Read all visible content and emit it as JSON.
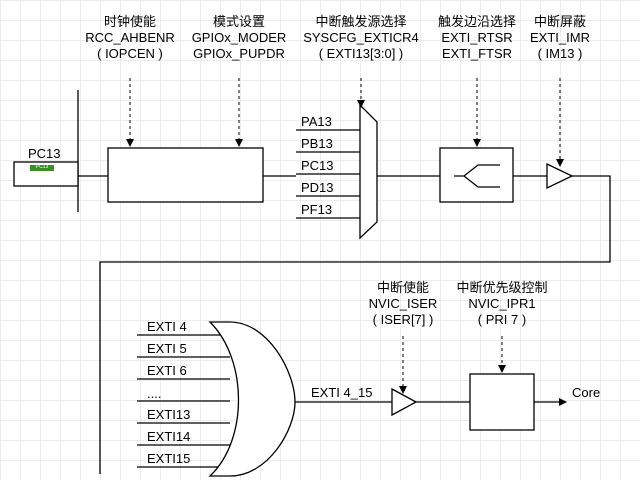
{
  "pin": {
    "label": "PC13",
    "tag": "PC13"
  },
  "top_labels": [
    {
      "title": "时钟使能",
      "reg": "RCC_AHBENR",
      "bits": "( IOPCEN )"
    },
    {
      "title": "模式设置",
      "reg": "GPIOx_MODER",
      "reg2": "GPIOx_PUPDR"
    },
    {
      "title": "中断触发源选择",
      "reg": "SYSCFG_EXTICR4",
      "bits": "( EXTI13[3:0] )"
    },
    {
      "title": "触发边沿选择",
      "reg": "EXTI_RTSR",
      "reg2": "EXTI_FTSR"
    },
    {
      "title": "中断屏蔽",
      "reg": "EXTI_IMR",
      "bits": "( IM13 )"
    }
  ],
  "mux_inputs": [
    "PA13",
    "PB13",
    "PC13",
    "PD13",
    "PF13"
  ],
  "or_inputs": [
    "EXTI 4",
    "EXTI 5",
    "EXTI 6",
    "....",
    "EXTI13",
    "EXTI14",
    "EXTI15"
  ],
  "or_output": "EXTI 4_15",
  "nvic": [
    {
      "title": "中断使能",
      "reg": "NVIC_ISER",
      "bits": "( ISER[7] )"
    },
    {
      "title": "中断优先级控制",
      "reg": "NVIC_IPR1",
      "bits": "( PRI 7 )"
    }
  ],
  "core": "Core"
}
